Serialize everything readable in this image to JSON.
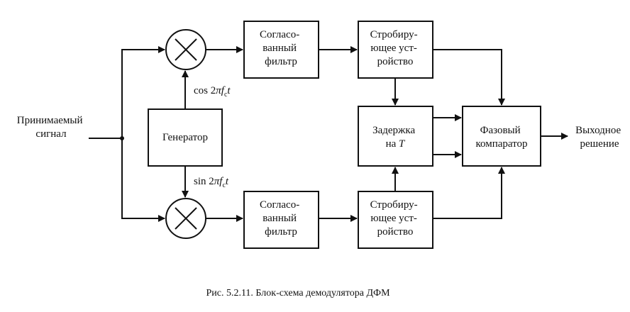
{
  "input_label": [
    "Принимаемый",
    "сигнал"
  ],
  "generator": {
    "label": "Генератор"
  },
  "matched_filter": [
    "Согласо-",
    "ванный",
    "фильтр"
  ],
  "sampler": [
    "Стробиру-",
    "ющее уст-",
    "ройство"
  ],
  "delay": {
    "line1": "Задержка",
    "line2_text": "на ",
    "line2_var": "T"
  },
  "comparator": [
    "Фазовый",
    "компаратор"
  ],
  "output_label": [
    "Выходное",
    "решение"
  ],
  "cos_label": {
    "fn": "cos 2",
    "pi": "π",
    "f": "f",
    "sub": "c",
    "t": "t"
  },
  "sin_label": {
    "fn": "sin 2",
    "pi": "π",
    "f": "f",
    "sub": "c",
    "t": "t"
  },
  "caption": "Рис. 5.2.11. Блок-схема демодулятора ДФМ",
  "colors": {
    "ink": "#111111",
    "background": "#ffffff"
  }
}
